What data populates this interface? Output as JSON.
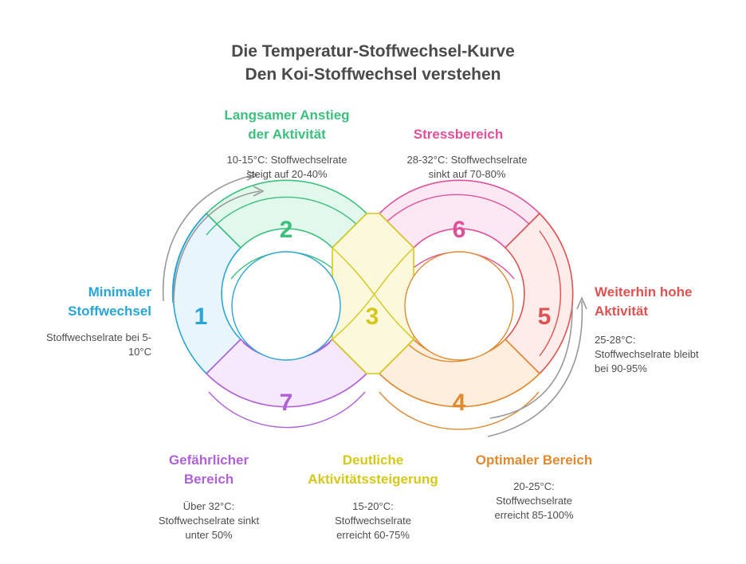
{
  "title": {
    "line1": "Die Temperatur-Stoffwechsel-Kurve",
    "line2": "Den Koi-Stoffwechsel verstehen"
  },
  "segments": [
    {
      "number": "1",
      "heading": [
        "Minimaler",
        "Stoffwechsel"
      ],
      "description": [
        "Stoffwechselrate bei 5-",
        "10°C"
      ],
      "color": "#2aa6d6"
    },
    {
      "number": "2",
      "heading": [
        "Langsamer Anstieg",
        "der Aktivität"
      ],
      "description": [
        "10-15°C: Stoffwechselrate",
        "steigt auf 20-40%"
      ],
      "color": "#3dbf7e"
    },
    {
      "number": "3",
      "heading": [
        "Deutliche",
        "Aktivitätssteigerung"
      ],
      "description": [
        "15-20°C:",
        "Stoffwechselrate",
        "erreicht 60-75%"
      ],
      "color": "#d6c81a"
    },
    {
      "number": "4",
      "heading": [
        "Optimaler Bereich"
      ],
      "description": [
        "20-25°C:",
        "Stoffwechselrate",
        "erreicht 85-100%"
      ],
      "color": "#e08a30"
    },
    {
      "number": "5",
      "heading": [
        "Weiterhin hohe",
        "Aktivität"
      ],
      "description": [
        "25-28°C:",
        "Stoffwechselrate bleibt",
        "bei 90-95%"
      ],
      "color": "#e05252"
    },
    {
      "number": "6",
      "heading": [
        "Stressbereich"
      ],
      "description": [
        "28-32°C: Stoffwechselrate",
        "sinkt auf 70-80%"
      ],
      "color": "#e0509a"
    },
    {
      "number": "7",
      "heading": [
        "Gefährlicher",
        "Bereich"
      ],
      "description": [
        "Über 32°C:",
        "Stoffwechselrate sinkt",
        "unter 50%"
      ],
      "color": "#b061d8"
    }
  ]
}
